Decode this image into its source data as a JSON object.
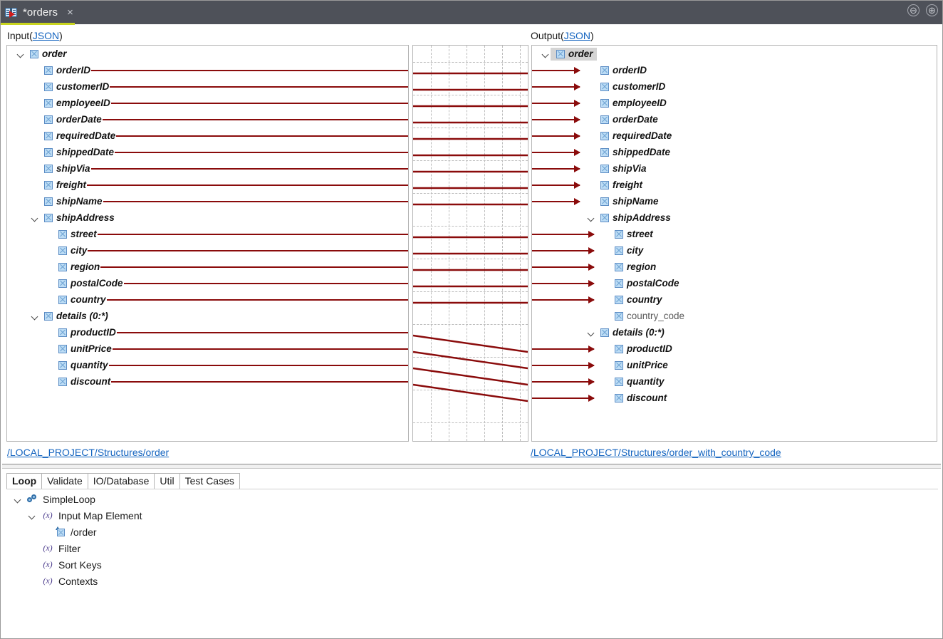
{
  "window": {
    "tab_title": "*orders",
    "tab_icon": "mapping-icon",
    "close_icon": "×",
    "minimize_icon": "⊖",
    "maximize_icon": "⊕",
    "accent_color": "#c8d41e",
    "titlebar_color": "#4e5159",
    "mapping_line_color": "#8a0b0b",
    "link_color": "#1565c0"
  },
  "input": {
    "label": "Input",
    "format_link": "JSON",
    "open_paren": "(",
    "close_paren": ")",
    "structure_path": "/LOCAL_PROJECT/Structures/order",
    "tree": [
      {
        "label": "order",
        "indent": 0,
        "twisty": "open",
        "mapped": false,
        "style": "bold-italic"
      },
      {
        "label": "orderID",
        "indent": 1,
        "twisty": "none",
        "mapped": true,
        "style": "bold-italic"
      },
      {
        "label": "customerID",
        "indent": 1,
        "twisty": "none",
        "mapped": true,
        "style": "bold-italic"
      },
      {
        "label": "employeeID",
        "indent": 1,
        "twisty": "none",
        "mapped": true,
        "style": "bold-italic"
      },
      {
        "label": "orderDate",
        "indent": 1,
        "twisty": "none",
        "mapped": true,
        "style": "bold-italic"
      },
      {
        "label": "requiredDate",
        "indent": 1,
        "twisty": "none",
        "mapped": true,
        "style": "bold-italic"
      },
      {
        "label": "shippedDate",
        "indent": 1,
        "twisty": "none",
        "mapped": true,
        "style": "bold-italic"
      },
      {
        "label": "shipVia",
        "indent": 1,
        "twisty": "none",
        "mapped": true,
        "style": "bold-italic"
      },
      {
        "label": "freight",
        "indent": 1,
        "twisty": "none",
        "mapped": true,
        "style": "bold-italic"
      },
      {
        "label": "shipName",
        "indent": 1,
        "twisty": "none",
        "mapped": true,
        "style": "bold-italic"
      },
      {
        "label": "shipAddress",
        "indent": 1,
        "twisty": "open",
        "mapped": false,
        "style": "bold-italic"
      },
      {
        "label": "street",
        "indent": 2,
        "twisty": "none",
        "mapped": true,
        "style": "bold-italic"
      },
      {
        "label": "city",
        "indent": 2,
        "twisty": "none",
        "mapped": true,
        "style": "bold-italic"
      },
      {
        "label": "region",
        "indent": 2,
        "twisty": "none",
        "mapped": true,
        "style": "bold-italic"
      },
      {
        "label": "postalCode",
        "indent": 2,
        "twisty": "none",
        "mapped": true,
        "style": "bold-italic"
      },
      {
        "label": "country",
        "indent": 2,
        "twisty": "none",
        "mapped": true,
        "style": "bold-italic"
      },
      {
        "label": "details (0:*)",
        "indent": 1,
        "twisty": "open",
        "mapped": false,
        "style": "bold-italic"
      },
      {
        "label": "productID",
        "indent": 2,
        "twisty": "none",
        "mapped": true,
        "style": "bold-italic"
      },
      {
        "label": "unitPrice",
        "indent": 2,
        "twisty": "none",
        "mapped": true,
        "style": "bold-italic"
      },
      {
        "label": "quantity",
        "indent": 2,
        "twisty": "none",
        "mapped": true,
        "style": "bold-italic"
      },
      {
        "label": "discount",
        "indent": 2,
        "twisty": "none",
        "mapped": true,
        "style": "bold-italic"
      }
    ]
  },
  "output": {
    "label": "Output",
    "format_link": "JSON",
    "open_paren": "(",
    "close_paren": ")",
    "structure_path": "/LOCAL_PROJECT/Structures/order_with_country_code",
    "tree": [
      {
        "label": "order",
        "indent": 0,
        "twisty": "open",
        "mapped": false,
        "selected": true,
        "style": "bold-italic"
      },
      {
        "label": "orderID",
        "indent": 1,
        "twisty": "none",
        "mapped": true,
        "selected": false,
        "style": "bold-italic"
      },
      {
        "label": "customerID",
        "indent": 1,
        "twisty": "none",
        "mapped": true,
        "selected": false,
        "style": "bold-italic"
      },
      {
        "label": "employeeID",
        "indent": 1,
        "twisty": "none",
        "mapped": true,
        "selected": false,
        "style": "bold-italic"
      },
      {
        "label": "orderDate",
        "indent": 1,
        "twisty": "none",
        "mapped": true,
        "selected": false,
        "style": "bold-italic"
      },
      {
        "label": "requiredDate",
        "indent": 1,
        "twisty": "none",
        "mapped": true,
        "selected": false,
        "style": "bold-italic"
      },
      {
        "label": "shippedDate",
        "indent": 1,
        "twisty": "none",
        "mapped": true,
        "selected": false,
        "style": "bold-italic"
      },
      {
        "label": "shipVia",
        "indent": 1,
        "twisty": "none",
        "mapped": true,
        "selected": false,
        "style": "bold-italic"
      },
      {
        "label": "freight",
        "indent": 1,
        "twisty": "none",
        "mapped": true,
        "selected": false,
        "style": "bold-italic"
      },
      {
        "label": "shipName",
        "indent": 1,
        "twisty": "none",
        "mapped": true,
        "selected": false,
        "style": "bold-italic"
      },
      {
        "label": "shipAddress",
        "indent": 1,
        "twisty": "open",
        "mapped": false,
        "selected": false,
        "style": "bold-italic"
      },
      {
        "label": "street",
        "indent": 2,
        "twisty": "none",
        "mapped": true,
        "selected": false,
        "style": "bold-italic"
      },
      {
        "label": "city",
        "indent": 2,
        "twisty": "none",
        "mapped": true,
        "selected": false,
        "style": "bold-italic"
      },
      {
        "label": "region",
        "indent": 2,
        "twisty": "none",
        "mapped": true,
        "selected": false,
        "style": "bold-italic"
      },
      {
        "label": "postalCode",
        "indent": 2,
        "twisty": "none",
        "mapped": true,
        "selected": false,
        "style": "bold-italic"
      },
      {
        "label": "country",
        "indent": 2,
        "twisty": "none",
        "mapped": true,
        "selected": false,
        "style": "bold-italic"
      },
      {
        "label": "country_code",
        "indent": 2,
        "twisty": "none",
        "mapped": false,
        "selected": false,
        "style": "plain"
      },
      {
        "label": "details (0:*)",
        "indent": 1,
        "twisty": "open",
        "mapped": false,
        "selected": false,
        "style": "bold-italic"
      },
      {
        "label": "productID",
        "indent": 2,
        "twisty": "none",
        "mapped": true,
        "selected": false,
        "style": "bold-italic"
      },
      {
        "label": "unitPrice",
        "indent": 2,
        "twisty": "none",
        "mapped": true,
        "selected": false,
        "style": "bold-italic"
      },
      {
        "label": "quantity",
        "indent": 2,
        "twisty": "none",
        "mapped": true,
        "selected": false,
        "style": "bold-italic"
      },
      {
        "label": "discount",
        "indent": 2,
        "twisty": "none",
        "mapped": true,
        "selected": false,
        "style": "bold-italic"
      }
    ]
  },
  "mappings": [
    {
      "from": "orderID",
      "to": "orderID",
      "from_row": 1,
      "to_row": 1
    },
    {
      "from": "customerID",
      "to": "customerID",
      "from_row": 2,
      "to_row": 2
    },
    {
      "from": "employeeID",
      "to": "employeeID",
      "from_row": 3,
      "to_row": 3
    },
    {
      "from": "orderDate",
      "to": "orderDate",
      "from_row": 4,
      "to_row": 4
    },
    {
      "from": "requiredDate",
      "to": "requiredDate",
      "from_row": 5,
      "to_row": 5
    },
    {
      "from": "shippedDate",
      "to": "shippedDate",
      "from_row": 6,
      "to_row": 6
    },
    {
      "from": "shipVia",
      "to": "shipVia",
      "from_row": 7,
      "to_row": 7
    },
    {
      "from": "freight",
      "to": "freight",
      "from_row": 8,
      "to_row": 8
    },
    {
      "from": "shipName",
      "to": "shipName",
      "from_row": 9,
      "to_row": 9
    },
    {
      "from": "street",
      "to": "street",
      "from_row": 11,
      "to_row": 11
    },
    {
      "from": "city",
      "to": "city",
      "from_row": 12,
      "to_row": 12
    },
    {
      "from": "region",
      "to": "region",
      "from_row": 13,
      "to_row": 13
    },
    {
      "from": "postalCode",
      "to": "postalCode",
      "from_row": 14,
      "to_row": 14
    },
    {
      "from": "country",
      "to": "country",
      "from_row": 15,
      "to_row": 15
    },
    {
      "from": "productID",
      "to": "productID",
      "from_row": 17,
      "to_row": 18
    },
    {
      "from": "unitPrice",
      "to": "unitPrice",
      "from_row": 18,
      "to_row": 19
    },
    {
      "from": "quantity",
      "to": "quantity",
      "from_row": 19,
      "to_row": 20
    },
    {
      "from": "discount",
      "to": "discount",
      "from_row": 20,
      "to_row": 21
    }
  ],
  "bottom": {
    "tabs": [
      {
        "label": "Loop",
        "active": true
      },
      {
        "label": "Validate",
        "active": false
      },
      {
        "label": "IO/Database",
        "active": false
      },
      {
        "label": "Util",
        "active": false
      },
      {
        "label": "Test Cases",
        "active": false
      }
    ],
    "tree": [
      {
        "label": "SimpleLoop",
        "indent": 0,
        "twisty": "open",
        "icon": "loop-icon"
      },
      {
        "label": "Input Map Element",
        "indent": 1,
        "twisty": "open",
        "icon": "fx-icon"
      },
      {
        "label": "/order",
        "indent": 2,
        "twisty": "none",
        "icon": "element-icon"
      },
      {
        "label": "Filter",
        "indent": 1,
        "twisty": "none",
        "icon": "fx-icon"
      },
      {
        "label": "Sort Keys",
        "indent": 1,
        "twisty": "none",
        "icon": "fx-icon"
      },
      {
        "label": "Contexts",
        "indent": 1,
        "twisty": "none",
        "icon": "fx-icon"
      }
    ],
    "fx_glyph": "(x)"
  }
}
